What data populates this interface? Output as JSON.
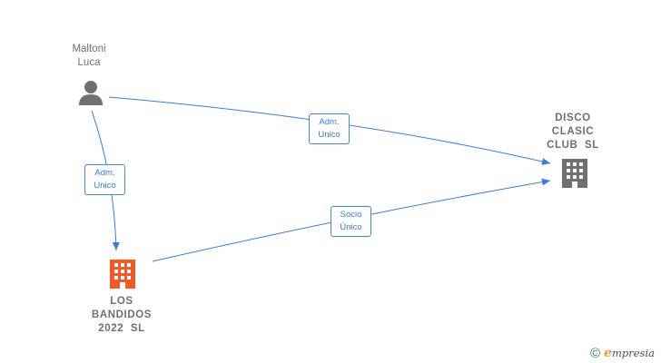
{
  "nodes": {
    "person": {
      "name_line1": "Maltoni",
      "name_line2": "Luca",
      "icon": "person-icon",
      "color": "#707070"
    },
    "disco": {
      "line1": "DISCO",
      "line2": "CLASIC",
      "line3": "CLUB  SL",
      "icon": "building-icon",
      "color": "#707070"
    },
    "bandidos": {
      "line1": "LOS",
      "line2": "BANDIDOS",
      "line3": "2022  SL",
      "icon": "building-icon",
      "color": "#f05a28"
    }
  },
  "edges": {
    "person_to_disco": {
      "line1": "Adm.",
      "line2": "Unico"
    },
    "person_to_bandidos": {
      "line1": "Adm.",
      "line2": "Unico"
    },
    "bandidos_to_disco": {
      "line1": "Socio",
      "line2": "Único"
    }
  },
  "colors": {
    "edge": "#3f7ad3"
  },
  "footer": {
    "copyright": "©",
    "brand_initial": "e",
    "brand_rest": "mpresia"
  }
}
